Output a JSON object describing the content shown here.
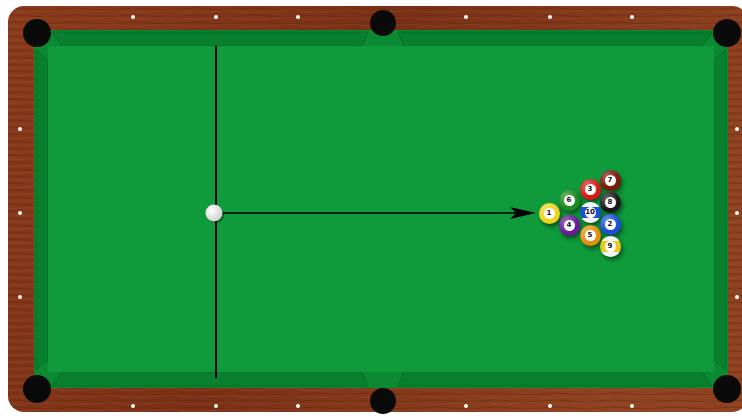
{
  "diagram": {
    "nodes": [
      {
        "text": [
          "1"
        ]
      },
      {
        "text": [
          "6"
        ]
      },
      {
        "text": [
          "4"
        ]
      },
      {
        "text": [
          "3"
        ]
      },
      {
        "text": [
          "10"
        ]
      },
      {
        "text": [
          "5"
        ]
      },
      {
        "text": [
          "7"
        ]
      },
      {
        "text": [
          "8"
        ]
      },
      {
        "text": [
          "2"
        ]
      },
      {
        "text": [
          "9"
        ]
      }
    ]
  }
}
